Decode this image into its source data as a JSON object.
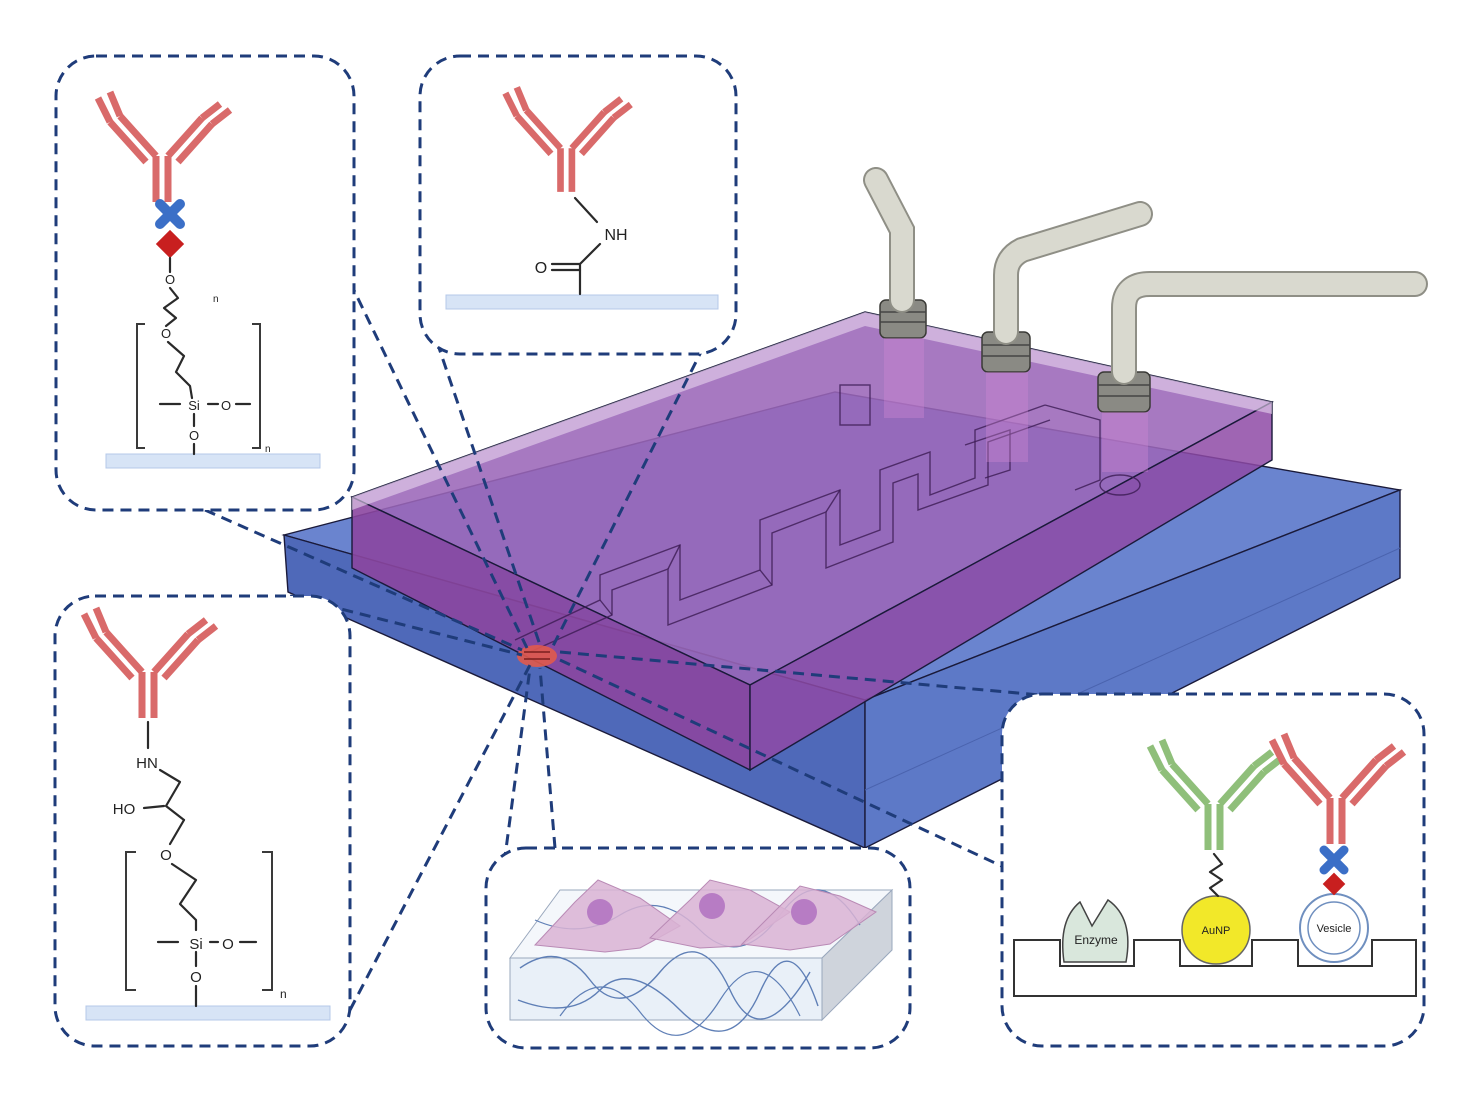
{
  "colors": {
    "antibody_red": "#d96a6a",
    "antibody_green": "#8fbf7a",
    "linker_blue": "#3b6fc7",
    "linker_red": "#c81f1f",
    "substrate_blue": "#5d79c7",
    "pdms_purple": "#9a58ad",
    "callout_border": "#1f3c7a",
    "tubing": "#d9d9cf",
    "gold_nanoparticle": "#f2e829",
    "enzyme": "#d9e7dc"
  },
  "panels": {
    "top_left": {
      "label_si": "Si",
      "label_o": "O",
      "label_n": "n",
      "label_p": "n",
      "icons": [
        "antibody-icon",
        "blue-cross-linker-icon",
        "red-diamond-linker-icon"
      ]
    },
    "top_center": {
      "label_nh": "NH",
      "label_o": "O",
      "icons": [
        "antibody-icon"
      ]
    },
    "bottom_left": {
      "label_hn": "HN",
      "label_ho": "HO",
      "label_o1": "O",
      "label_si": "Si",
      "label_o2": "O",
      "label_o3": "O",
      "label_n": "n",
      "icons": [
        "antibody-icon"
      ]
    },
    "bottom_center": {
      "icons": [
        "cell-icon",
        "hydrogel-fiber-icon"
      ]
    },
    "bottom_right": {
      "enzyme_label": "Enzyme",
      "aunp_label": "AuNP",
      "vesicle_label": "Vesicle",
      "icons": [
        "enzyme-icon",
        "gold-nanoparticle-icon",
        "vesicle-icon",
        "antibody-icon"
      ]
    }
  },
  "chip": {
    "icons": [
      "microfluidic-chip-icon",
      "inlet-tube-icon",
      "serpentine-channel-icon"
    ]
  }
}
